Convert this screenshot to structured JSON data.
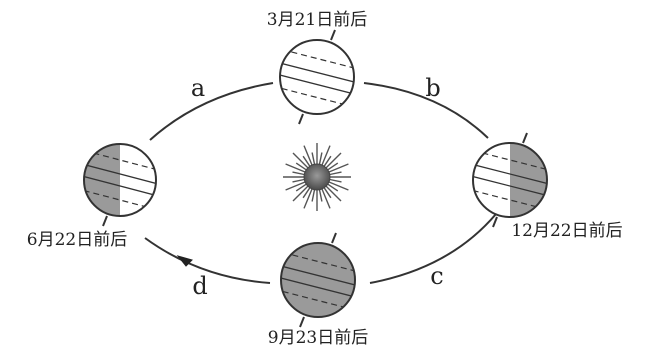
{
  "labels": {
    "march": "3月21日前后",
    "june": "6月22日前后",
    "september": "9月23日前后",
    "december": "12月22日前后"
  },
  "segments": {
    "a": "a",
    "b": "b",
    "c": "c",
    "d": "d"
  },
  "colors": {
    "shadow": "#9a9a9a",
    "sun": "#6f6f6f",
    "line": "#333333"
  }
}
